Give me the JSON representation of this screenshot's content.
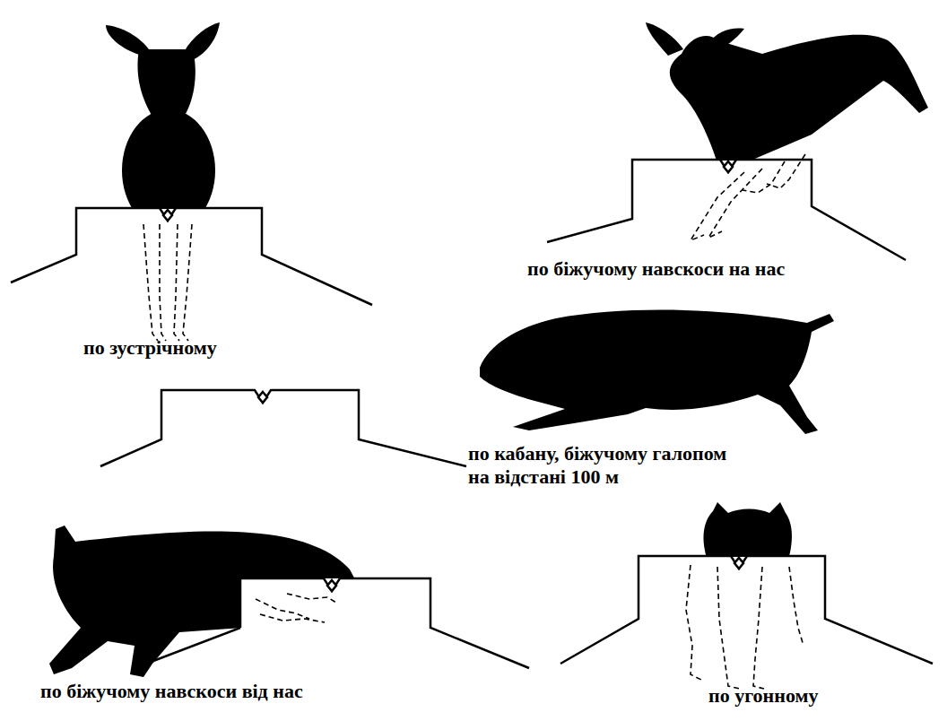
{
  "diagram": {
    "labels": [
      "по біжучому навскоси на нас",
      "по зустрічному",
      "по кабану, біжучому галопом на відстані 100 м",
      "по біжучому навскоси від нас",
      "по угонному"
    ]
  }
}
